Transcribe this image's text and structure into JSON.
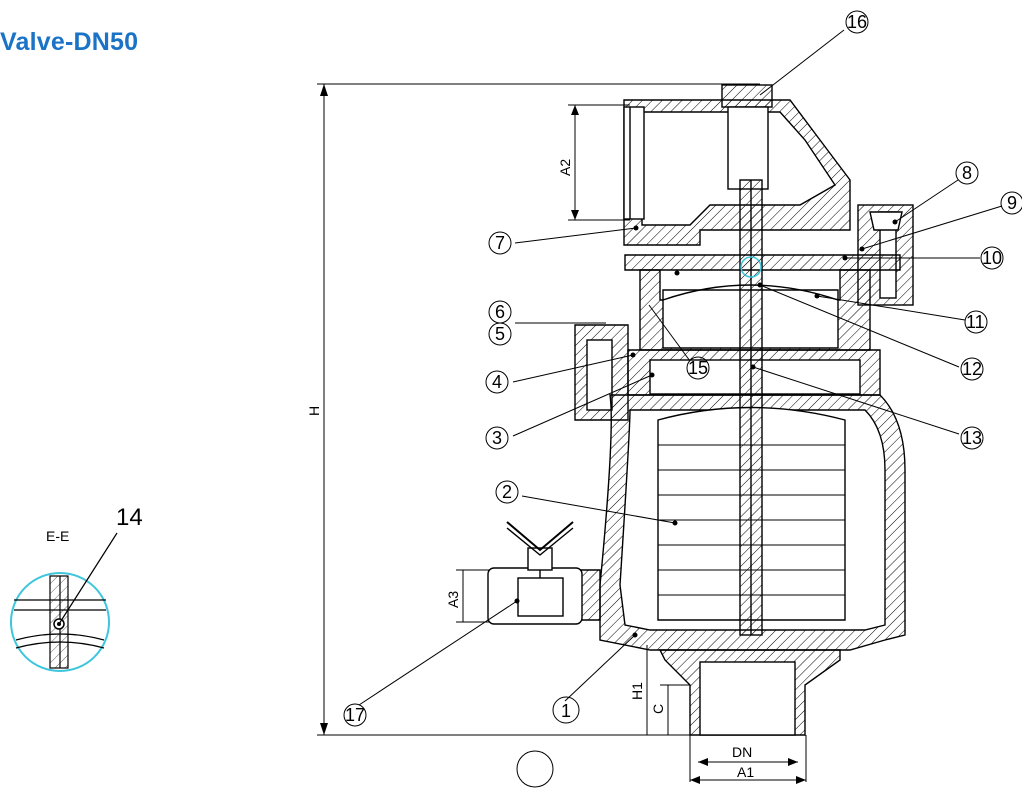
{
  "title": "Valve-DN50",
  "section": {
    "label": "E-E",
    "number": "14"
  },
  "callouts": [
    "1",
    "2",
    "3",
    "4",
    "5",
    "6",
    "7",
    "8",
    "9",
    "10",
    "11",
    "12",
    "13",
    "15",
    "16",
    "17"
  ],
  "dimensions": {
    "H": "H",
    "H1": "H1",
    "C": "C",
    "A1": "A1",
    "A2": "A2",
    "A3": "A3",
    "DN": "DN"
  },
  "colors": {
    "title": "#1a73c6",
    "detail_circle": "#3ec6dd",
    "line": "#000000"
  }
}
